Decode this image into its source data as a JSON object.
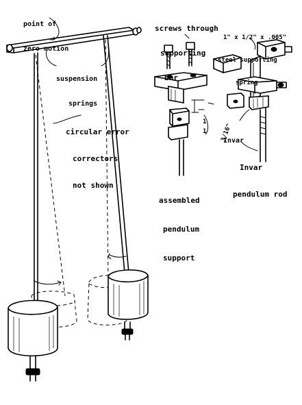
{
  "labels": {
    "zero_motion": [
      "point of",
      "zero motion"
    ],
    "suspension_springs": [
      "suspension",
      "springs"
    ],
    "circular_error": [
      "circular error",
      "correctors",
      "not shown"
    ],
    "screws": [
      "screws through",
      "supporting",
      "bar"
    ],
    "steel_spring": [
      "1\" x 1/2\" x .005\"",
      "steel supporting",
      "spring"
    ],
    "invar": "Invar",
    "invar_rod": [
      "Invar",
      "pendulum rod"
    ],
    "assembled": [
      "assembled",
      "pendulum",
      "support"
    ],
    "dim_small": "1",
    "dim_small_2": "1",
    "dim_three_sixteenths": "3/16\""
  },
  "colors": {
    "ink": "#000000",
    "paper": "#ffffff"
  }
}
